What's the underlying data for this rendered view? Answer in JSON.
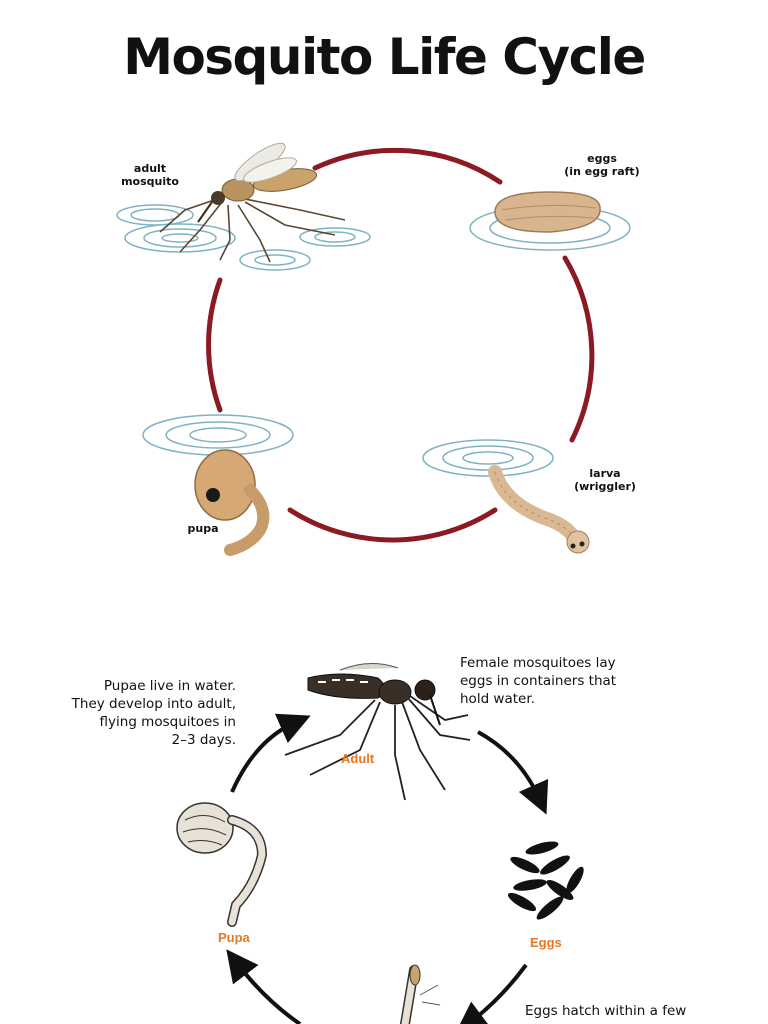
{
  "title": "Mosquito Life Cycle",
  "panel1": {
    "stages": {
      "adult": "adult\nmosquito",
      "eggs": "eggs\n(in egg raft)",
      "larva": "larva\n(wriggler)",
      "pupa": "pupa"
    },
    "cycle_color": "#8b1a22"
  },
  "panel2": {
    "stages": {
      "adult": "Adult",
      "eggs": "Eggs",
      "pupa": "Pupa"
    },
    "notes": {
      "adult_note": "Female mosquitoes lay\neggs in containers that\nhold water.",
      "pupa_note": "Pupae live in water.\nThey develop into adult,\nflying mosquitoes in\n2–3 days.",
      "eggs_note": "Eggs hatch within a few"
    },
    "label_color": "#e87722"
  }
}
